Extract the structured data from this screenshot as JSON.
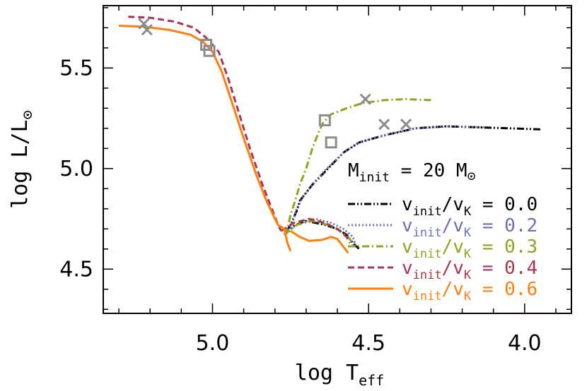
{
  "chart_data": {
    "type": "line",
    "title": "",
    "xlabel": "log T",
    "xlabel_sub": "eff",
    "ylabel": "log L/L",
    "ylabel_symbol": "⊙",
    "x_reversed": true,
    "xlim": [
      5.35,
      3.85
    ],
    "ylim": [
      4.28,
      5.81
    ],
    "xticks": [
      5.0,
      4.5,
      4.0
    ],
    "xtick_labels": [
      "5.0",
      "4.5",
      "4.0"
    ],
    "yticks": [
      4.5,
      5.0,
      5.5
    ],
    "ytick_labels": [
      "4.5",
      "5.0",
      "5.5"
    ],
    "grid": false,
    "legend_position": "bottom-right",
    "legend_header": {
      "text": "M",
      "sub": "init",
      "eq": " = 20 M",
      "symbol": "⊙"
    },
    "legend_label_parts": {
      "v": "v",
      "init": "init",
      "slash": "/v",
      "K": "K",
      "eq": " = "
    },
    "series": [
      {
        "name": "0.0",
        "color": "#000000",
        "dash": "dash-dot-dot",
        "points": [
          [
            3.95,
            5.195
          ],
          [
            4.05,
            5.2
          ],
          [
            4.15,
            5.205
          ],
          [
            4.25,
            5.21
          ],
          [
            4.35,
            5.2
          ],
          [
            4.45,
            5.165
          ],
          [
            4.53,
            5.13
          ],
          [
            4.58,
            5.08
          ],
          [
            4.63,
            5.0
          ],
          [
            4.68,
            4.92
          ],
          [
            4.7,
            4.88
          ],
          [
            4.72,
            4.84
          ],
          [
            4.73,
            4.79
          ],
          [
            4.75,
            4.72
          ],
          [
            4.77,
            4.67
          ]
        ],
        "tail": [
          [
            4.77,
            4.67
          ],
          [
            4.74,
            4.715
          ],
          [
            4.7,
            4.74
          ],
          [
            4.64,
            4.72
          ],
          [
            4.6,
            4.7
          ],
          [
            4.57,
            4.67
          ],
          [
            4.55,
            4.63
          ],
          [
            4.53,
            4.6
          ]
        ]
      },
      {
        "name": "0.2",
        "color": "#6b6fb8",
        "dash": "dotted",
        "points": [
          [
            4.13,
            5.205
          ],
          [
            4.25,
            5.21
          ],
          [
            4.35,
            5.2
          ],
          [
            4.45,
            5.165
          ],
          [
            4.53,
            5.13
          ],
          [
            4.58,
            5.08
          ],
          [
            4.64,
            4.99
          ],
          [
            4.68,
            4.92
          ],
          [
            4.71,
            4.86
          ],
          [
            4.73,
            4.8
          ],
          [
            4.74,
            4.75
          ],
          [
            4.76,
            4.69
          ]
        ],
        "tail": [
          [
            4.76,
            4.69
          ],
          [
            4.72,
            4.73
          ],
          [
            4.67,
            4.75
          ],
          [
            4.62,
            4.73
          ],
          [
            4.58,
            4.7
          ],
          [
            4.55,
            4.66
          ],
          [
            4.54,
            4.61
          ]
        ]
      },
      {
        "name": "0.3",
        "color": "#8ca61e",
        "dash": "dash-dot",
        "points": [
          [
            4.3,
            5.34
          ],
          [
            4.38,
            5.345
          ],
          [
            4.45,
            5.34
          ],
          [
            4.52,
            5.325
          ],
          [
            4.57,
            5.3
          ],
          [
            4.62,
            5.27
          ],
          [
            4.645,
            5.23
          ],
          [
            4.66,
            5.18
          ],
          [
            4.68,
            5.1
          ],
          [
            4.7,
            5.0
          ],
          [
            4.72,
            4.92
          ],
          [
            4.735,
            4.84
          ],
          [
            4.75,
            4.77
          ],
          [
            4.76,
            4.7
          ],
          [
            4.77,
            4.67
          ]
        ],
        "tail": [
          [
            4.77,
            4.67
          ],
          [
            4.73,
            4.72
          ],
          [
            4.68,
            4.74
          ],
          [
            4.63,
            4.72
          ],
          [
            4.59,
            4.69
          ],
          [
            4.56,
            4.65
          ],
          [
            4.55,
            4.62
          ]
        ]
      },
      {
        "name": "0.4",
        "color": "#a8364f",
        "dash": "dashed",
        "points": [
          [
            5.27,
            5.755
          ],
          [
            5.2,
            5.75
          ],
          [
            5.12,
            5.73
          ],
          [
            5.06,
            5.7
          ],
          [
            5.02,
            5.65
          ],
          [
            4.98,
            5.58
          ],
          [
            4.95,
            5.45
          ],
          [
            4.92,
            5.3
          ],
          [
            4.88,
            5.1
          ],
          [
            4.84,
            4.92
          ],
          [
            4.81,
            4.8
          ],
          [
            4.79,
            4.72
          ],
          [
            4.78,
            4.69
          ]
        ],
        "tail": [
          [
            4.78,
            4.69
          ],
          [
            4.74,
            4.73
          ],
          [
            4.69,
            4.75
          ],
          [
            4.64,
            4.73
          ],
          [
            4.6,
            4.7
          ],
          [
            4.57,
            4.66
          ],
          [
            4.56,
            4.63
          ]
        ]
      },
      {
        "name": "0.6",
        "color": "#ff7f0e",
        "dash": "solid",
        "points": [
          [
            5.3,
            5.71
          ],
          [
            5.22,
            5.705
          ],
          [
            5.14,
            5.69
          ],
          [
            5.07,
            5.665
          ],
          [
            5.03,
            5.63
          ],
          [
            5.0,
            5.58
          ],
          [
            4.97,
            5.48
          ],
          [
            4.94,
            5.34
          ],
          [
            4.9,
            5.15
          ],
          [
            4.86,
            4.97
          ],
          [
            4.83,
            4.85
          ],
          [
            4.8,
            4.75
          ],
          [
            4.79,
            4.72
          ],
          [
            4.77,
            4.7
          ],
          [
            4.76,
            4.63
          ],
          [
            4.75,
            4.59
          ]
        ],
        "tail": [
          [
            4.75,
            4.69
          ],
          [
            4.72,
            4.66
          ],
          [
            4.69,
            4.64
          ],
          [
            4.65,
            4.645
          ],
          [
            4.62,
            4.66
          ],
          [
            4.6,
            4.65
          ],
          [
            4.58,
            4.61
          ],
          [
            4.565,
            4.58
          ]
        ]
      }
    ],
    "markers": [
      {
        "type": "x",
        "x": 5.22,
        "y": 5.72
      },
      {
        "type": "x",
        "x": 5.21,
        "y": 5.69
      },
      {
        "type": "x",
        "x": 4.51,
        "y": 5.345
      },
      {
        "type": "x",
        "x": 4.45,
        "y": 5.22
      },
      {
        "type": "x",
        "x": 4.38,
        "y": 5.22
      },
      {
        "type": "square",
        "x": 5.02,
        "y": 5.615
      },
      {
        "type": "square",
        "x": 5.01,
        "y": 5.585
      },
      {
        "type": "square",
        "x": 4.64,
        "y": 5.24
      },
      {
        "type": "square",
        "x": 4.62,
        "y": 5.13
      }
    ]
  }
}
